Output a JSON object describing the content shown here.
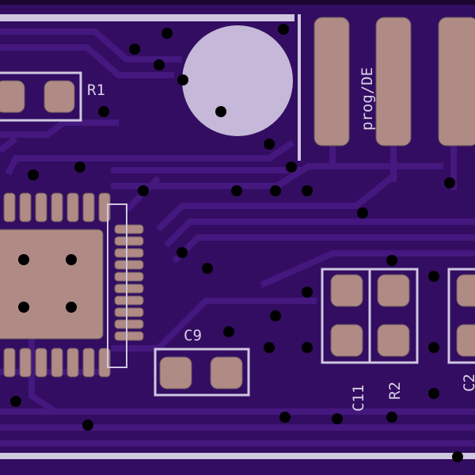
{
  "board": {
    "colors": {
      "substrate": "#2e0b5a",
      "copper": "#42167c",
      "pad": "#b08a85",
      "silkscreen": "#cfc7e0",
      "via": "#000000"
    },
    "labels": {
      "r1": "R1",
      "c9": "C9",
      "prog": "prog/DE",
      "c11": "C11",
      "r2": "R2",
      "c2": "C2"
    }
  }
}
